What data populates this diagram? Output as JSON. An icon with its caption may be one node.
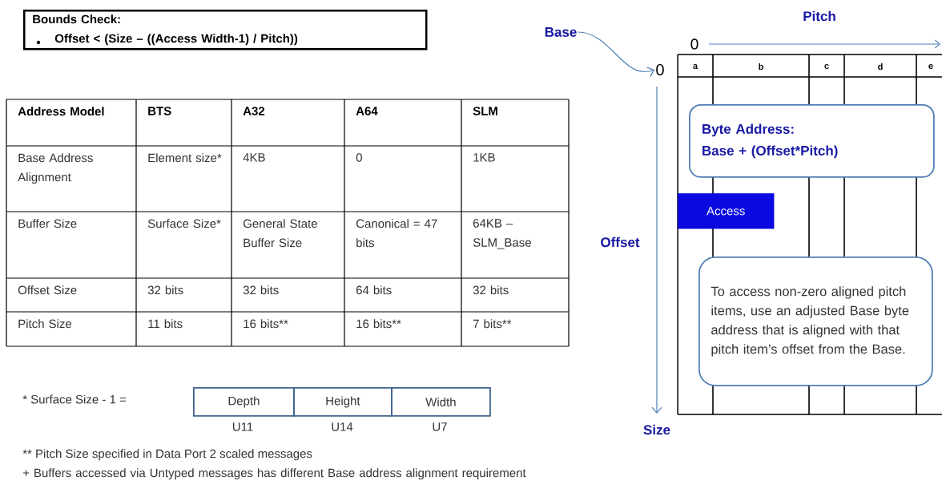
{
  "diagram": {
    "nodes": [
      {
        "text": [
          "Bounds Check:",
          "Offset < (Size – ((Access Width-1) / Pitch))"
        ]
      },
      {
        "text": [
          "Depth"
        ],
        "beside": [
          "U11"
        ]
      },
      {
        "text": [
          "Height"
        ],
        "beside": [
          "U14"
        ]
      },
      {
        "text": [
          "Width"
        ],
        "beside": [
          "U7"
        ]
      },
      {
        "text": [
          "Base"
        ]
      },
      {
        "text": [
          "0"
        ]
      },
      {
        "text": [
          "Byte Address:",
          "Base + (Offset*Pitch)"
        ]
      },
      {
        "text": [
          "Access"
        ]
      },
      {
        "text": [
          "To access non-zero aligned pitch items, use an adjusted Base byte address that is aligned with that pitch item’s offset from the Base."
        ]
      }
    ],
    "edges": [
      {
        "from": 4,
        "to": 5,
        "arrow": "to"
      }
    ],
    "labels": [
      "Address Model",
      "BTS",
      "A32",
      "A64",
      "SLM",
      "Base Address Alignment",
      "Element size*",
      "4KB",
      "0",
      "1KB",
      "Buffer Size",
      "Surface Size*",
      "General State Buffer Size",
      "Canonical = 47 bits",
      "64KB – SLM_Base",
      "Offset Size",
      "32 bits",
      "32 bits",
      "64 bits",
      "32 bits",
      "Pitch Size",
      "11 bits",
      "16 bits**",
      "16 bits**",
      "7 bits**",
      "Pitch",
      "0",
      "a",
      "b",
      "c",
      "d",
      "e",
      "Offset",
      "Size",
      "* Surface Size - 1 =",
      "** Pitch Size specified in Data Port 2 scaled messages",
      "+ Buffers accessed via Untyped messages has different Base address alignment requirement"
    ]
  }
}
